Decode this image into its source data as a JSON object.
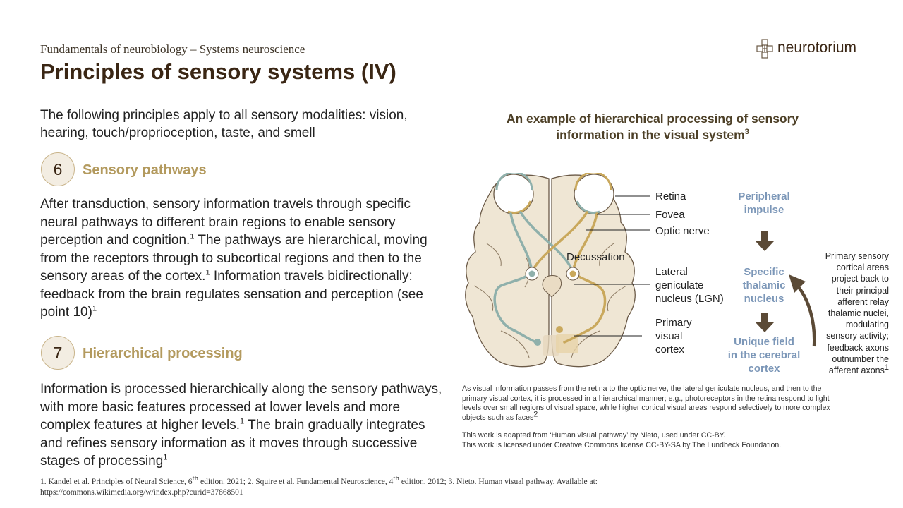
{
  "header": {
    "subtitle": "Fundamentals of neurobiology – Systems neuroscience",
    "title": "Principles of sensory systems (IV)",
    "logo_text": "neurotorium"
  },
  "intro": "The following principles apply to all sensory modalities: vision, hearing, touch/proprioception, taste, and smell",
  "sections": [
    {
      "number": "6",
      "heading": "Sensory pathways",
      "body": [
        "After transduction, sensory information travels through specific neural pathways to different brain regions to enable sensory perception and cognition.",
        "1",
        " The pathways are hierarchical, moving from the receptors through to subcortical regions and then to the sensory areas of the cortex.",
        "1",
        " Information travels bidirectionally: feedback from the brain regulates sensation and perception (see point 10)",
        "1"
      ]
    },
    {
      "number": "7",
      "heading": "Hierarchical processing",
      "body": [
        "Information is processed hierarchically along the sensory pathways, with more basic features processed at lower levels and more complex features at higher levels.",
        "1",
        " The brain gradually integrates and refines sensory information as it moves through successive stages of processing",
        "1"
      ]
    }
  ],
  "diagram": {
    "title_line1": "An example of hierarchical processing of sensory",
    "title_line2": "information in the visual system",
    "title_ref": "3",
    "labels": {
      "retina": "Retina",
      "fovea": "Fovea",
      "optic_nerve": "Optic nerve",
      "decussation": "Decussation",
      "lgn_1": "Lateral",
      "lgn_2": "geniculate",
      "lgn_3": "nucleus (LGN)",
      "v1_1": "Primary",
      "v1_2": "visual",
      "v1_3": "cortex"
    },
    "flow": {
      "step1_1": "Peripheral",
      "step1_2": "impulse",
      "step2_1": "Specific",
      "step2_2": "thalamic",
      "step2_3": "nucleus",
      "step3_1": "Unique field",
      "step3_2": "in the cerebral",
      "step3_3": "cortex"
    },
    "side_note": {
      "lines": [
        "Primary sensory",
        "cortical areas",
        "project back to",
        "their principal",
        "afferent relay",
        "thalamic nuclei,",
        "modulating",
        "sensory activity;",
        "feedback axons",
        "outnumber the",
        "afferent axons"
      ],
      "ref": "1"
    },
    "caption": "As visual information passes from the retina to the optic nerve, the lateral geniculate nucleus, and then to the primary visual cortex, it is processed in a hierarchical manner; e.g., photoreceptors in the retina respond to light levels over small regions of visual space, while higher cortical visual areas respond selectively to more complex objects such as faces",
    "caption_ref": "2",
    "credit_1": "This work is adapted from ‘Human visual pathway’ by Nieto, used under CC-BY.",
    "credit_2": "This work is licensed under Creative Commons license CC-BY-SA by The Lundbeck Foundation."
  },
  "footnote": {
    "p1": "1. Kandel et al. Principles of Neural Science, 6",
    "p1_sup": "th",
    "p2": " edition. 2021; 2. Squire et al. Fundamental Neuroscience, 4",
    "p2_sup": "th",
    "p3": " edition. 2012; 3. Nieto. Human visual pathway. Available at: https://commons.wikimedia.org/w/index.php?curid=37868501"
  },
  "colors": {
    "title": "#3a2614",
    "section_heading": "#b39a5e",
    "flow_text": "#7c97b8",
    "arrow": "#5b4a36",
    "brain_fill": "#efe6d4",
    "pathway_gold": "#c9a85c",
    "pathway_teal": "#8fb0ab"
  }
}
